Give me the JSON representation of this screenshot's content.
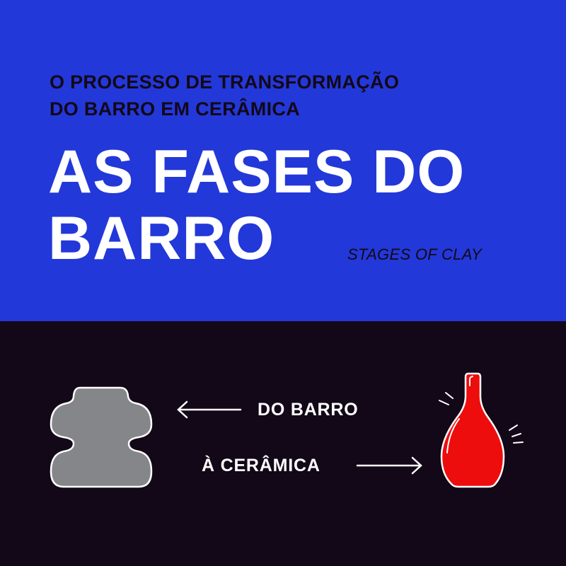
{
  "header": {
    "kicker_lines": [
      "O PROCESSO DE TRANSFORMAÇÃO",
      "DO BARRO EM CERÂMICA"
    ],
    "title_lines": [
      "AS FASES DO",
      "BARRO"
    ],
    "subtitle": "STAGES OF CLAY"
  },
  "diagram": {
    "from_label": "DO BARRO",
    "to_label": "À CERÂMICA",
    "from_icon": "clay-lump-icon",
    "to_icon": "ceramic-vase-icon"
  },
  "colors": {
    "top_background": "#2338d8",
    "bottom_background": "#120818",
    "clay": "#858689",
    "vase": "#ee0d0d",
    "text_light": "#ffffff",
    "text_dark": "#120818"
  }
}
